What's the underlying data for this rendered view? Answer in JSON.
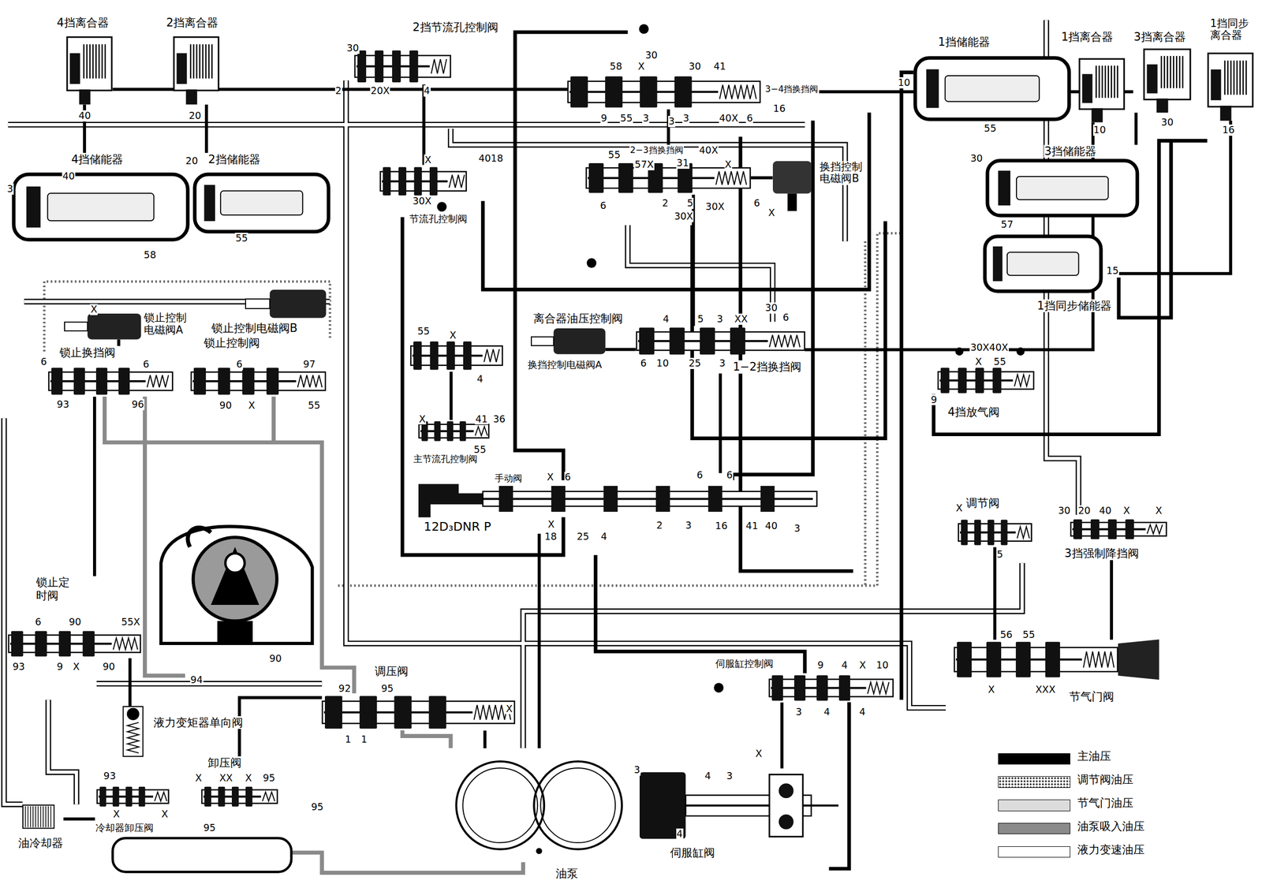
{
  "diagram": {
    "nodes": [
      {
        "text": [
          "4挡离合器"
        ]
      },
      {
        "text": [
          "2挡离合器"
        ]
      },
      {
        "text": [
          "4挡储能器"
        ]
      },
      {
        "text": [
          "2挡储能器"
        ]
      },
      {
        "text": [
          "2挡节流孔控制阀"
        ]
      },
      {
        "text": [
          "节流孔控制阀"
        ]
      },
      {
        "text": [
          "3−4挡换挡阀"
        ]
      },
      {
        "text": [
          "2−3挡换挡阀"
        ]
      },
      {
        "text": [
          "换挡控制 电磁阀B"
        ]
      },
      {
        "text": [
          "1挡储能器"
        ]
      },
      {
        "text": [
          "1挡离合器"
        ]
      },
      {
        "text": [
          "3挡离合器"
        ]
      },
      {
        "text": [
          "1挡同步 离合器"
        ]
      },
      {
        "text": [
          "3挡储能器"
        ]
      },
      {
        "text": [
          "1挡同步储能器"
        ]
      },
      {
        "text": [
          "锁止控制 电磁阀A"
        ]
      },
      {
        "text": [
          "锁止控制电磁阀B"
        ]
      },
      {
        "text": [
          "锁止换挡阀"
        ]
      },
      {
        "text": [
          "锁止控制阀"
        ]
      },
      {
        "text": [
          "离合器油压控制阀"
        ]
      },
      {
        "text": [
          "换挡控制电磁阀A"
        ]
      },
      {
        "text": [
          "1−2挡换挡阀"
        ]
      },
      {
        "text": [
          "主节流孔控制阀"
        ]
      },
      {
        "text": [
          "4挡放气阀"
        ]
      },
      {
        "text": [
          "手动阀",
          "12D₃DNR P"
        ]
      },
      {
        "text": [
          "调节阀"
        ]
      },
      {
        "text": [
          "3挡强制降挡阀"
        ]
      },
      {
        "text": [
          "锁止定 时阀"
        ]
      },
      {
        "text": [
          "液力变矩器单向阀"
        ]
      },
      {
        "text": [
          "调压阀"
        ]
      },
      {
        "text": [
          "卸压阀"
        ]
      },
      {
        "text": [
          "冷却器卸压阀"
        ]
      },
      {
        "text": [
          "油冷却器"
        ]
      },
      {
        "text": [
          "伺服缸控制阀"
        ]
      },
      {
        "text": [
          "伺服缸阀"
        ]
      },
      {
        "text": [
          "节气门阀"
        ]
      },
      {
        "text": [
          "油泵"
        ]
      }
    ],
    "edges": [
      {
        "from": 36,
        "to": 29,
        "arrow": "none"
      },
      {
        "from": 36,
        "to": 24,
        "arrow": "none"
      },
      {
        "from": 24,
        "to": 21,
        "arrow": "none"
      },
      {
        "from": 21,
        "to": 7,
        "arrow": "none"
      },
      {
        "from": 7,
        "to": 6,
        "arrow": "none"
      },
      {
        "from": 21,
        "to": 10,
        "arrow": "none"
      },
      {
        "from": 6,
        "to": 0,
        "arrow": "none"
      },
      {
        "from": 6,
        "to": 11,
        "arrow": "none"
      },
      {
        "from": 2,
        "to": 0,
        "arrow": "none"
      },
      {
        "from": 3,
        "to": 1,
        "arrow": "none"
      },
      {
        "from": 13,
        "to": 11,
        "arrow": "none"
      },
      {
        "from": 14,
        "to": 12,
        "arrow": "none"
      },
      {
        "from": 8,
        "to": 7,
        "arrow": "none"
      },
      {
        "from": 20,
        "to": 21,
        "arrow": "none"
      },
      {
        "from": 15,
        "to": 17,
        "arrow": "none"
      },
      {
        "from": 19,
        "to": 22,
        "arrow": "none"
      },
      {
        "from": 4,
        "to": 5,
        "arrow": "none"
      },
      {
        "from": 29,
        "to": 30,
        "arrow": "none"
      },
      {
        "from": 31,
        "to": 32,
        "arrow": "none"
      },
      {
        "from": 33,
        "to": 34,
        "arrow": "none"
      },
      {
        "from": 35,
        "to": 26,
        "arrow": "none"
      },
      {
        "from": 25,
        "to": 35,
        "arrow": "none"
      },
      {
        "from": 28,
        "to": 27,
        "arrow": "none"
      },
      {
        "from": 17,
        "to": 27,
        "arrow": "none"
      }
    ],
    "labels": [
      "40",
      "20",
      "3",
      "40",
      "20",
      "58",
      "55",
      "30",
      "2",
      "20X",
      "4",
      "X",
      "4018",
      "30X",
      "58",
      "X",
      "30",
      "30",
      "41",
      "9",
      "55",
      "3",
      "3",
      "3",
      "40X",
      "6",
      "16",
      "55",
      "57X",
      "31",
      "X",
      "40X",
      "6",
      "2",
      "5",
      "30X",
      "30X",
      "6",
      "X",
      "X",
      "6",
      "6",
      "93",
      "96",
      "6",
      "97",
      "90",
      "X",
      "55",
      "55",
      "X",
      "4",
      "X",
      "41",
      "36",
      "55",
      "4",
      "5",
      "3",
      "XX",
      "30",
      "6",
      "6",
      "10",
      "25",
      "3",
      "10",
      "55",
      "10",
      "30",
      "16",
      "30",
      "57",
      "15",
      "30X40X",
      "X",
      "55",
      "9",
      "X",
      "6",
      "X",
      "18",
      "25",
      "4",
      "2",
      "3",
      "6",
      "6",
      "16",
      "41",
      "40",
      "3",
      "X",
      "5",
      "30",
      "20",
      "40",
      "X",
      "X",
      "6",
      "90",
      "55X",
      "93",
      "9",
      "X",
      "90",
      "94",
      "90",
      "92",
      "95",
      "1",
      "1",
      "X",
      "X",
      "XX",
      "X",
      "95",
      "95",
      "95",
      "93",
      "X",
      "X",
      "9",
      "4",
      "X",
      "10",
      "3",
      "4",
      "4",
      "56",
      "55",
      "X",
      "XXX",
      "3",
      "4",
      "3",
      "X",
      "4"
    ],
    "legend": [
      {
        "text": "主油压",
        "color": "#000000"
      },
      {
        "text": "调节阀油压"
      },
      {
        "text": "节气门油压",
        "color": "#dcdcdc"
      },
      {
        "text": "油泵吸入油压",
        "color": "#8a8a8a"
      },
      {
        "text": "液力变速油压",
        "color": "#ffffff"
      }
    ]
  }
}
